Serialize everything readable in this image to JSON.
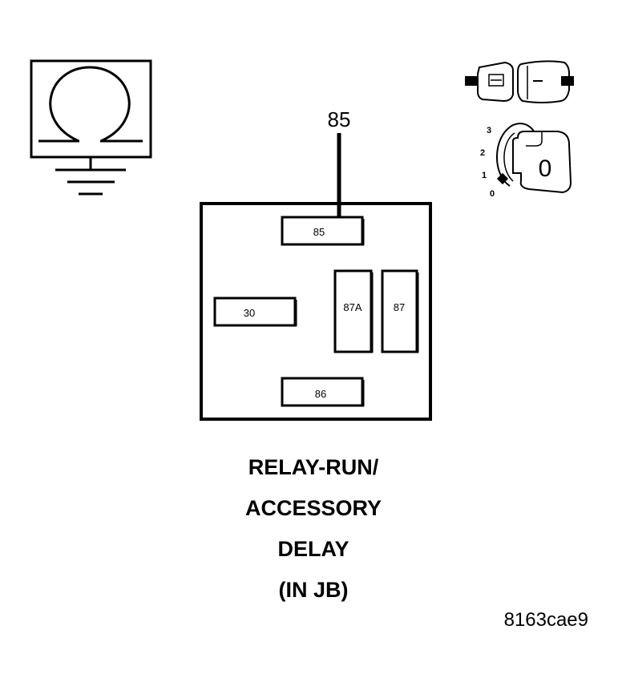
{
  "callout_pin": "85",
  "relay": {
    "pins": {
      "top": "85",
      "left": "30",
      "middle_left": "87A",
      "middle_right": "87",
      "bottom": "86"
    }
  },
  "title": {
    "line1": "RELAY-RUN/",
    "line2": "ACCESSORY",
    "line3": "DELAY",
    "line4": "(IN JB)"
  },
  "ignition": {
    "positions": [
      "3",
      "2",
      "1",
      "0"
    ],
    "key_text": "0"
  },
  "image_code": "8163cae9",
  "icons": {
    "ground": "ground-meter-icon",
    "connector": "connector-icon",
    "ignition": "ignition-switch-icon"
  }
}
